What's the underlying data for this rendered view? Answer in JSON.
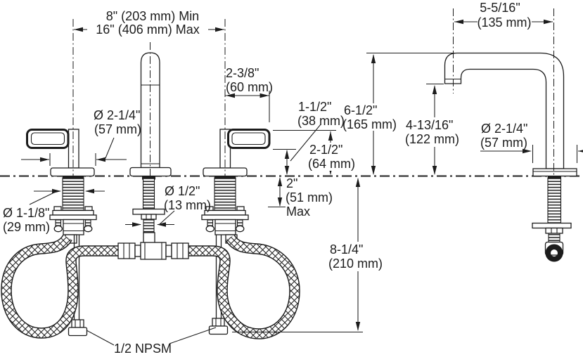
{
  "drawing": {
    "front": {
      "spread_min": "8\" (203 mm) Min",
      "spread_max": "16\" (406 mm) Max",
      "handle_width": "2-3/8\"",
      "handle_width_mm": "(60 mm)",
      "handle_gap": "1-1/2\"",
      "handle_gap_mm": "(38 mm)",
      "handle_height": "2-1/2\"",
      "handle_height_mm": "(64 mm)",
      "spout_height": "6-1/2\"",
      "spout_height_mm": "(165 mm)",
      "deck_max": "2\"",
      "deck_max_mm": "(51 mm)",
      "deck_max_note": "Max",
      "flange_dia": "Ø 2-1/4\"",
      "flange_dia_mm": "(57 mm)",
      "shank_dia": "Ø 1-1/8\"",
      "shank_dia_mm": "(29 mm)",
      "spout_shank_dia": "Ø 1/2\"",
      "spout_shank_dia_mm": "(13 mm)",
      "supply_length": "8-1/4\"",
      "supply_length_mm": "(210 mm)",
      "supply_thread": "1/2 NPSM"
    },
    "side": {
      "spout_reach": "5-5/16\"",
      "spout_reach_mm": "(135 mm)",
      "spout_clearance": "4-13/16\"",
      "spout_clearance_mm": "(122 mm)",
      "flange_dia": "Ø 2-1/4\"",
      "flange_dia_mm": "(57 mm)"
    },
    "colors": {
      "line": "#1c1c1c",
      "background": "#ffffff"
    }
  }
}
